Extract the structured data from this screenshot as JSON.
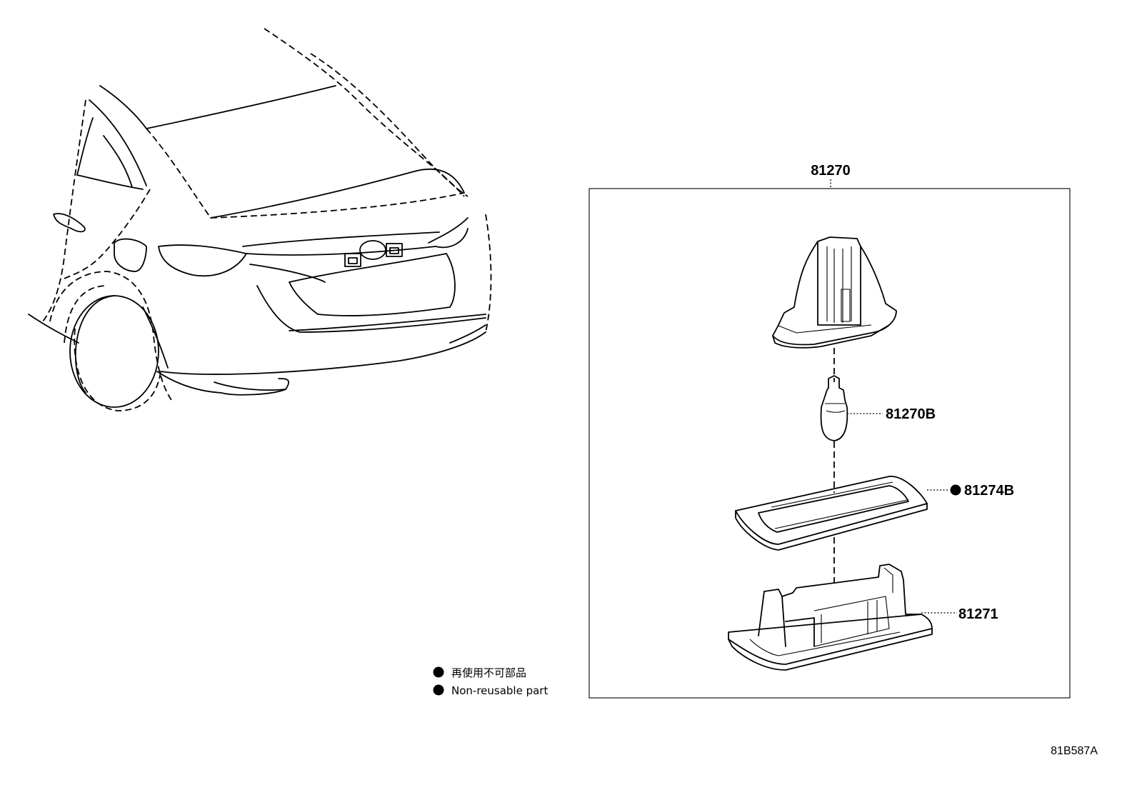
{
  "diagram": {
    "assembly_label": "81270",
    "parts": [
      {
        "label": "81270B",
        "non_reusable": false
      },
      {
        "label": "81274B",
        "non_reusable": true
      },
      {
        "label": "81271",
        "non_reusable": false
      }
    ],
    "legend": {
      "marker": "●",
      "lines": [
        "再使用不可部品",
        "Non-reusable part"
      ]
    },
    "figure_code": "81B587A"
  }
}
